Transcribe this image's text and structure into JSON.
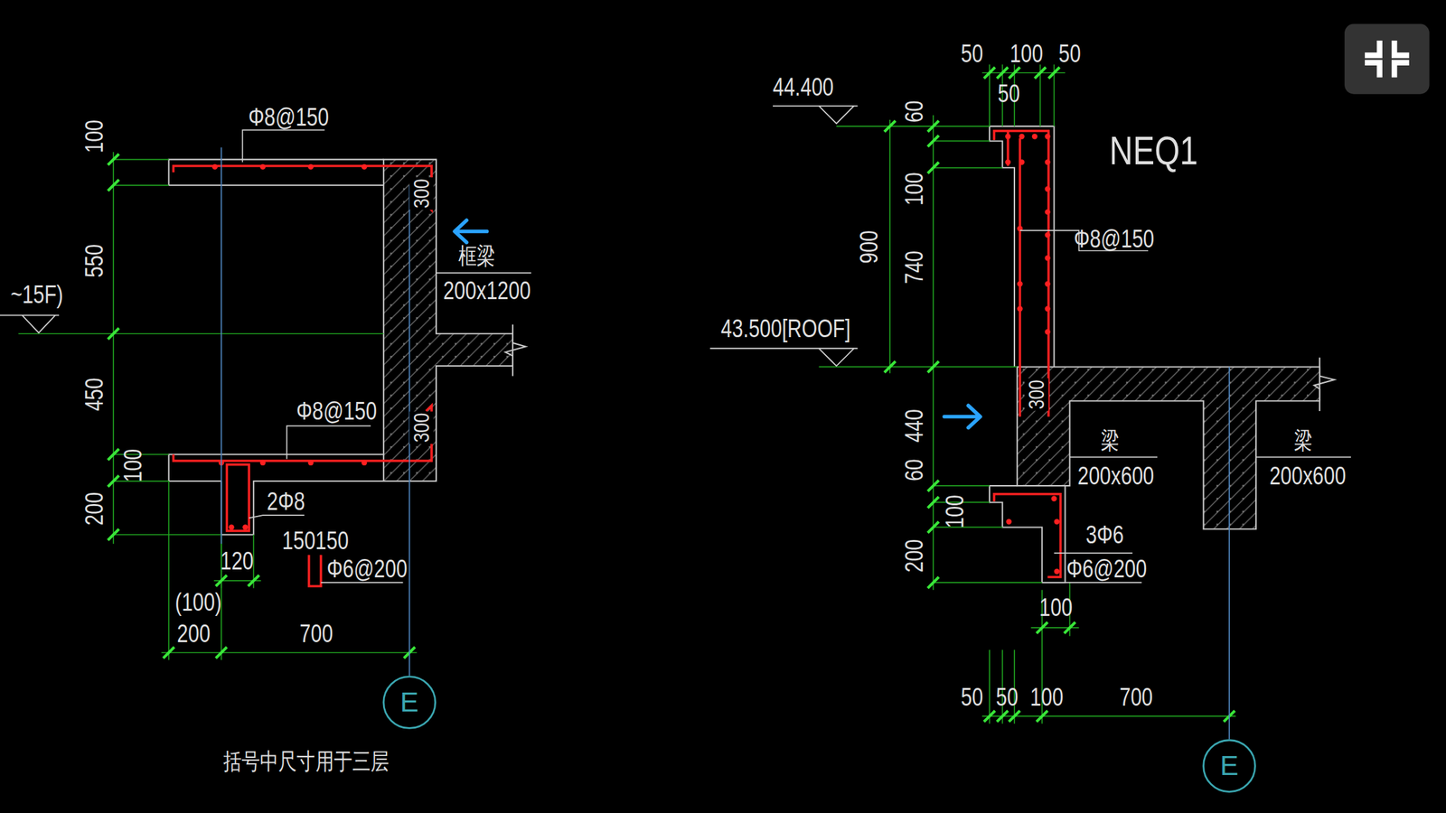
{
  "diagram": {
    "nodes": [
      {
        "text": [
          "E"
        ]
      },
      {
        "text": [
          "E"
        ]
      }
    ],
    "labels": [
      "Φ8@150",
      "100",
      "550",
      "~15F)",
      "300",
      "框梁",
      "200x1200",
      "450",
      "Φ8@150",
      "300",
      "100",
      "200",
      "2Φ8",
      "150150",
      "Φ6@200",
      "120",
      "(100)",
      "200",
      "700",
      "括号中尺寸用于三层",
      "50",
      "100",
      "50",
      "50",
      "44.400",
      "60",
      "NEQ1",
      "100",
      "Φ8@150",
      "900",
      "740",
      "43.500[ROOF]",
      "300",
      "梁",
      "200x600",
      "梁",
      "200x600",
      "440",
      "60",
      "100",
      "3Φ6",
      "Φ6@200",
      "200",
      "100",
      "50",
      "50",
      "100",
      "700"
    ]
  }
}
